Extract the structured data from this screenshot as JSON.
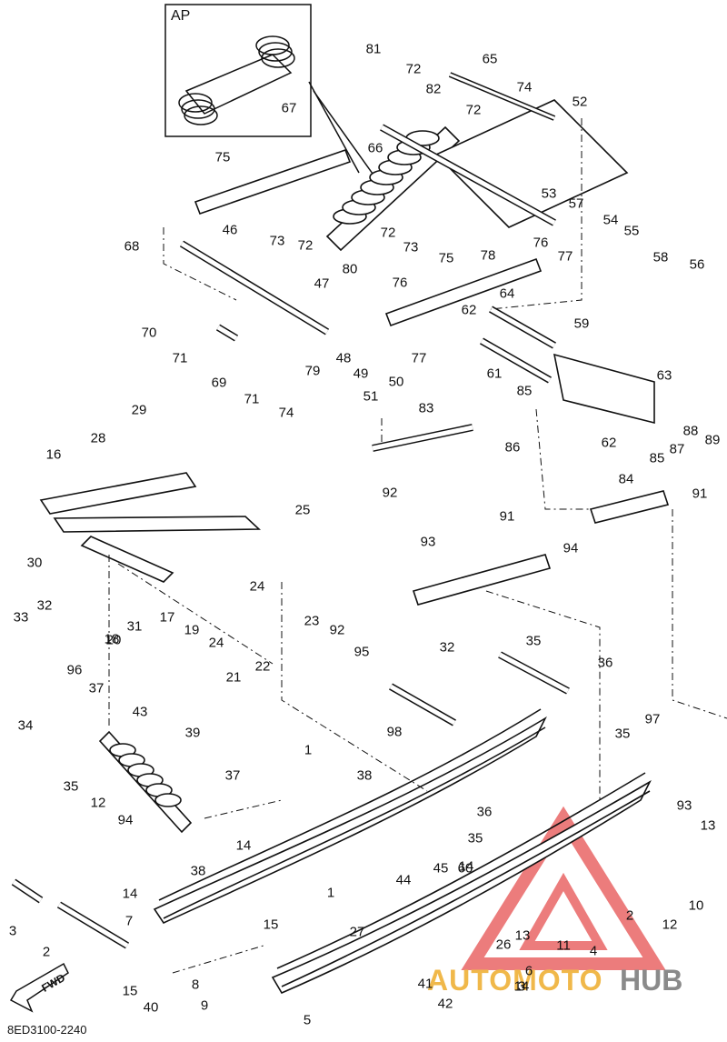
{
  "diagram_code": "8ED3100-2240",
  "inset_label": "AP",
  "direction_label": "FWD",
  "watermark": {
    "brand": "AUTOMOTO",
    "suffix": "HUB",
    "brand_color": "#f0b84a",
    "suffix_color": "#8a8a8a",
    "logo_color": "#e85c5c"
  },
  "callouts": [
    "81",
    "72",
    "65",
    "74",
    "82",
    "72",
    "52",
    "67",
    "66",
    "75",
    "53",
    "57",
    "54",
    "55",
    "46",
    "73",
    "72",
    "72",
    "73",
    "78",
    "76",
    "58",
    "56",
    "68",
    "80",
    "76",
    "75",
    "77",
    "64",
    "47",
    "70",
    "62",
    "71",
    "48",
    "49",
    "59",
    "79",
    "77",
    "69",
    "71",
    "74",
    "51",
    "50",
    "61",
    "63",
    "85",
    "83",
    "29",
    "28",
    "16",
    "86",
    "62",
    "88",
    "87",
    "89",
    "92",
    "85",
    "84",
    "91",
    "25",
    "93",
    "91",
    "30",
    "94",
    "24",
    "32",
    "33",
    "31",
    "18",
    "17",
    "19",
    "24",
    "23",
    "92",
    "32",
    "20",
    "21",
    "22",
    "95",
    "35",
    "96",
    "36",
    "37",
    "34",
    "43",
    "98",
    "97",
    "35",
    "39",
    "1",
    "38",
    "37",
    "35",
    "12",
    "36",
    "94",
    "93",
    "13",
    "35",
    "38",
    "14",
    "1",
    "27",
    "60",
    "44",
    "45",
    "10",
    "2",
    "12",
    "3",
    "14",
    "13",
    "7",
    "15",
    "14",
    "26",
    "2",
    "11",
    "41",
    "6",
    "14",
    "15",
    "8",
    "4",
    "3",
    "42",
    "40",
    "9",
    "5"
  ]
}
